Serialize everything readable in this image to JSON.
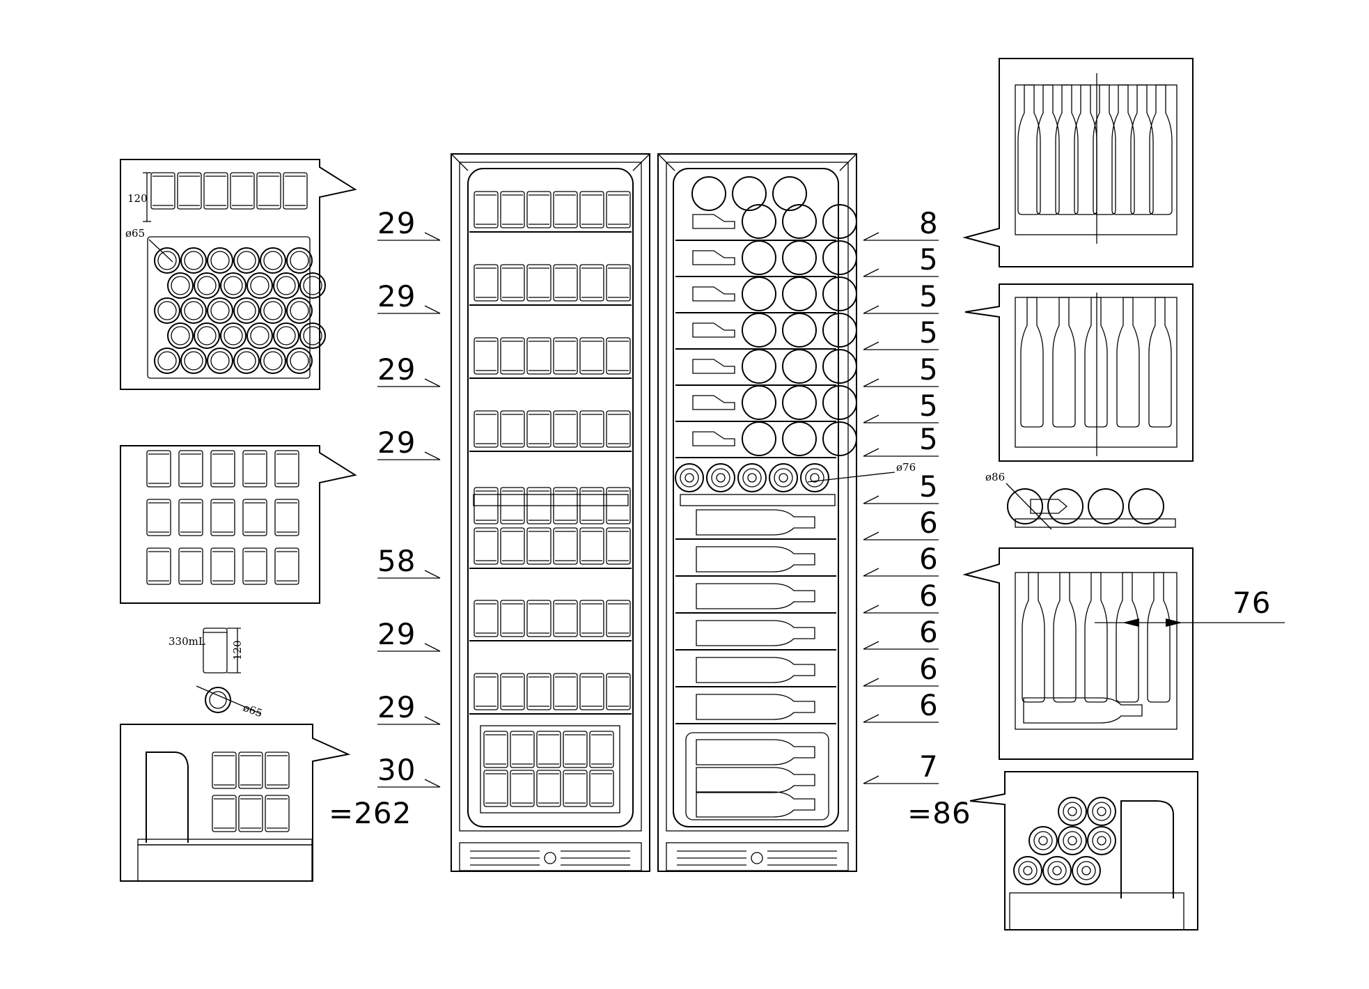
{
  "left_fridge": {
    "shelf_counts": [
      "29",
      "29",
      "29",
      "29",
      "58",
      "29",
      "29",
      "30"
    ],
    "total": "=262"
  },
  "right_fridge": {
    "shelf_counts": [
      "8",
      "5",
      "5",
      "5",
      "5",
      "5",
      "5",
      "5",
      "6",
      "6",
      "6",
      "6",
      "6",
      "6",
      "7"
    ],
    "total": "=86"
  },
  "annotations": {
    "can_height": "120",
    "can_dia_top": "ø65",
    "can_volume": "330mL",
    "can_side_height": "120",
    "can_side_dia": "ø65",
    "bottle_dia_shelf": "ø76",
    "bottle_dia_detail": "ø86",
    "bottle_spacing": "76"
  }
}
